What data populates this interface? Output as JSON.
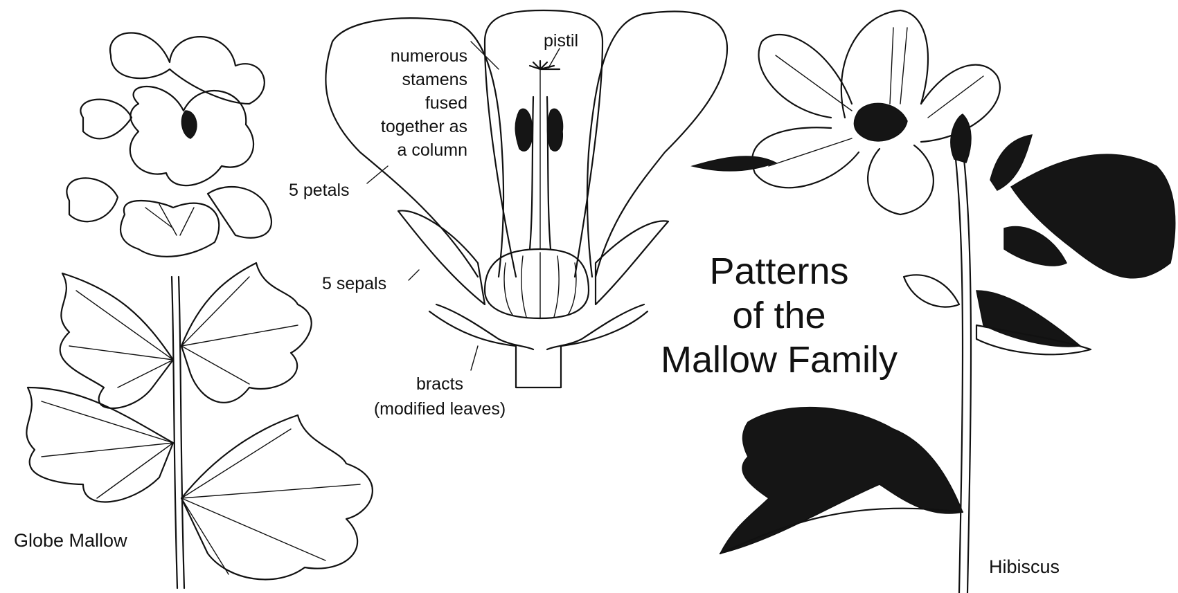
{
  "title": {
    "line1": "Patterns",
    "line2": "of the",
    "line3": "Mallow Family"
  },
  "plants": {
    "left": "Globe Mallow",
    "right": "Hibiscus"
  },
  "flower_labels": {
    "stamens_1": "numerous",
    "stamens_2": "stamens",
    "stamens_3": "fused",
    "stamens_4": "together as",
    "stamens_5": "a column",
    "pistil": "pistil",
    "petals": "5 petals",
    "sepals": "5 sepals",
    "bracts_1": "bracts",
    "bracts_2": "(modified leaves)"
  }
}
